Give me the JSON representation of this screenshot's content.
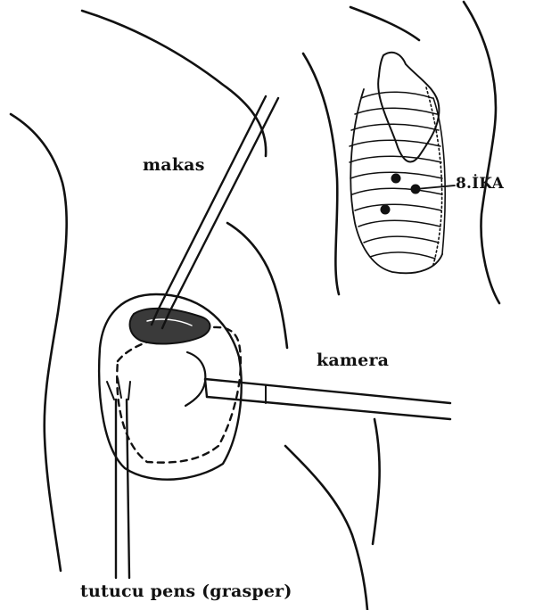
{
  "labels": {
    "scissors": "makas",
    "camera": "kamera",
    "port": "8.İKA",
    "grasper": "tutucu pens (grasper)"
  },
  "colors": {
    "ink": "#111111",
    "background": "#ffffff",
    "tissue": "#3a3a3a"
  }
}
